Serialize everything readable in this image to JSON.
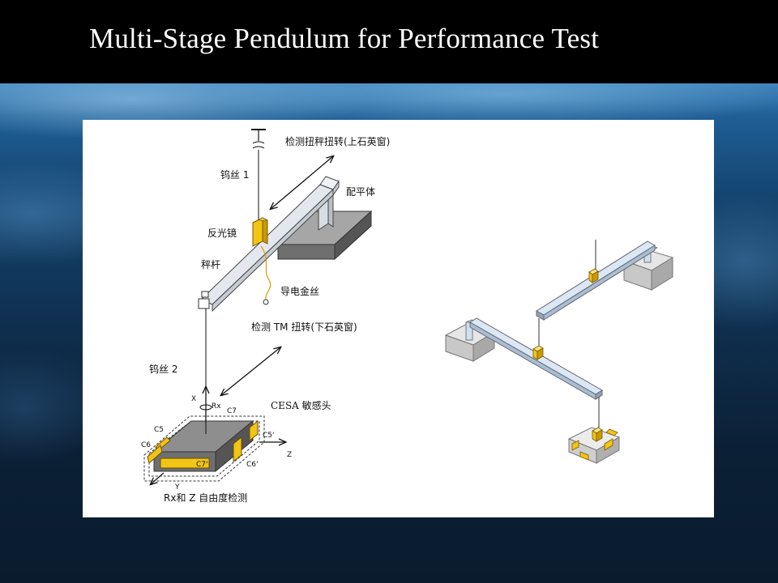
{
  "slide": {
    "title": "Multi-Stage Pendulum for Performance Test"
  },
  "diagram": {
    "labels": {
      "torsion_upper": "检测扭秤扭转(上石英窗)",
      "tungsten_1": "钨丝 1",
      "counterweight": "配平体",
      "mirror": "反光镜",
      "beam": "秤杆",
      "conductive_wire": "导电金丝",
      "torsion_tm": "检测 TM 扭转(下石英窗)",
      "tungsten_2": "钨丝 2",
      "cesa": "CESA 敏感头",
      "axis_x": "X",
      "axis_y": "Y",
      "axis_z": "Z",
      "rx": "Rx",
      "dof": "Rx和 Z 自由度检测",
      "electrodes": [
        "C7",
        "C5",
        "C6",
        "C5'",
        "C7'",
        "C6'"
      ]
    }
  },
  "colors": {
    "electrode": "#f2c414",
    "block_gray": "#7a7a7a",
    "beam_light": "#dde3ea",
    "pendulum_beam": "#cfe0ef"
  }
}
